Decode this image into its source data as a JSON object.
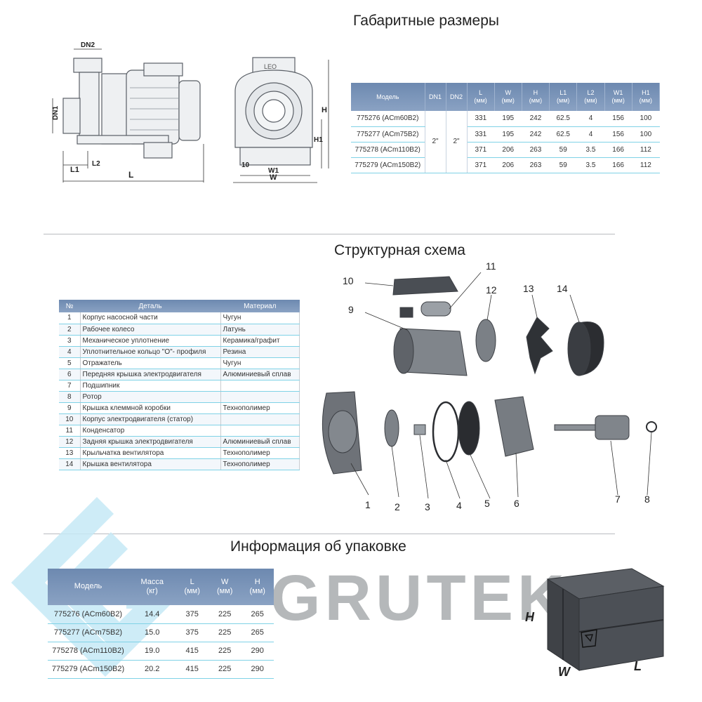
{
  "sections": {
    "dimensions_title": "Габаритные размеры",
    "structure_title": "Структурная схема",
    "packaging_title": "Информация об упаковке"
  },
  "dimensions_table": {
    "headers": {
      "model": "Модель",
      "dn1": "DN1",
      "dn2": "DN2",
      "l": "L",
      "w": "W",
      "h": "H",
      "l1": "L1",
      "l2": "L2",
      "w1": "W1",
      "h1": "H1",
      "unit": "(мм)"
    },
    "dn1_value": "2\"",
    "dn2_value": "2\"",
    "rows": [
      {
        "model": "775276 (ACm60B2)",
        "l": "331",
        "w": "195",
        "h": "242",
        "l1": "62.5",
        "l2": "4",
        "w1": "156",
        "h1": "100"
      },
      {
        "model": "775277 (ACm75B2)",
        "l": "331",
        "w": "195",
        "h": "242",
        "l1": "62.5",
        "l2": "4",
        "w1": "156",
        "h1": "100"
      },
      {
        "model": "775278 (ACm110B2)",
        "l": "371",
        "w": "206",
        "h": "263",
        "l1": "59",
        "l2": "3.5",
        "w1": "166",
        "h1": "112"
      },
      {
        "model": "775279 (ACm150B2)",
        "l": "371",
        "w": "206",
        "h": "263",
        "l1": "59",
        "l2": "3.5",
        "w1": "166",
        "h1": "112"
      }
    ]
  },
  "drawing_labels": {
    "dn2": "DN2",
    "dn1": "DN1",
    "l": "L",
    "l1": "L1",
    "l2": "L2",
    "h": "H",
    "h1": "H1",
    "w": "W",
    "w1": "W1",
    "ten": "10",
    "leo": "LEO"
  },
  "parts_table": {
    "headers": {
      "num": "№",
      "part": "Деталь",
      "material": "Материал"
    },
    "rows": [
      {
        "num": "1",
        "part": "Корпус насосной части",
        "material": "Чугун"
      },
      {
        "num": "2",
        "part": "Рабочее колесо",
        "material": "Латунь"
      },
      {
        "num": "3",
        "part": "Механическое уплотнение",
        "material": "Керамика/графит"
      },
      {
        "num": "4",
        "part": "Уплотнительное кольцо \"O\"- профиля",
        "material": "Резина"
      },
      {
        "num": "5",
        "part": "Отражатель",
        "material": "Чугун"
      },
      {
        "num": "6",
        "part": "Передняя крышка электродвигателя",
        "material": "Алюминиевый сплав"
      },
      {
        "num": "7",
        "part": "Подшипник",
        "material": ""
      },
      {
        "num": "8",
        "part": "Ротор",
        "material": ""
      },
      {
        "num": "9",
        "part": "Крышка клеммной коробки",
        "material": "Технополимер"
      },
      {
        "num": "10",
        "part": "Корпус электродвигателя (статор)",
        "material": ""
      },
      {
        "num": "11",
        "part": "Конденсатор",
        "material": ""
      },
      {
        "num": "12",
        "part": "Задняя крышка электродвигателя",
        "material": "Алюминиевый сплав"
      },
      {
        "num": "13",
        "part": "Крыльчатка вентилятора",
        "material": "Технополимер"
      },
      {
        "num": "14",
        "part": "Крышка вентилятора",
        "material": "Технополимер"
      }
    ]
  },
  "exploded_labels": [
    "1",
    "2",
    "3",
    "4",
    "5",
    "6",
    "7",
    "8",
    "9",
    "10",
    "11",
    "12",
    "13",
    "14"
  ],
  "packaging_table": {
    "headers": {
      "model": "Модель",
      "mass": "Масса",
      "mass_unit": "(кг)",
      "l": "L",
      "w": "W",
      "h": "H",
      "unit": "(мм)"
    },
    "rows": [
      {
        "model": "775276 (ACm60B2)",
        "mass": "14.4",
        "l": "375",
        "w": "225",
        "h": "265"
      },
      {
        "model": "775277 (ACm75B2)",
        "mass": "15.0",
        "l": "375",
        "w": "225",
        "h": "265"
      },
      {
        "model": "775278 (ACm110B2)",
        "mass": "19.0",
        "l": "415",
        "w": "225",
        "h": "290"
      },
      {
        "model": "775279 (ACm150B2)",
        "mass": "20.2",
        "l": "415",
        "w": "225",
        "h": "290"
      }
    ]
  },
  "box_labels": {
    "h": "H",
    "w": "W",
    "l": "L"
  },
  "brand": {
    "watermark_text": "GRUTEK",
    "watermark_color": "#8fd3ec",
    "header_color": "#6d89b0",
    "row_line_color": "#7fd2e6"
  }
}
